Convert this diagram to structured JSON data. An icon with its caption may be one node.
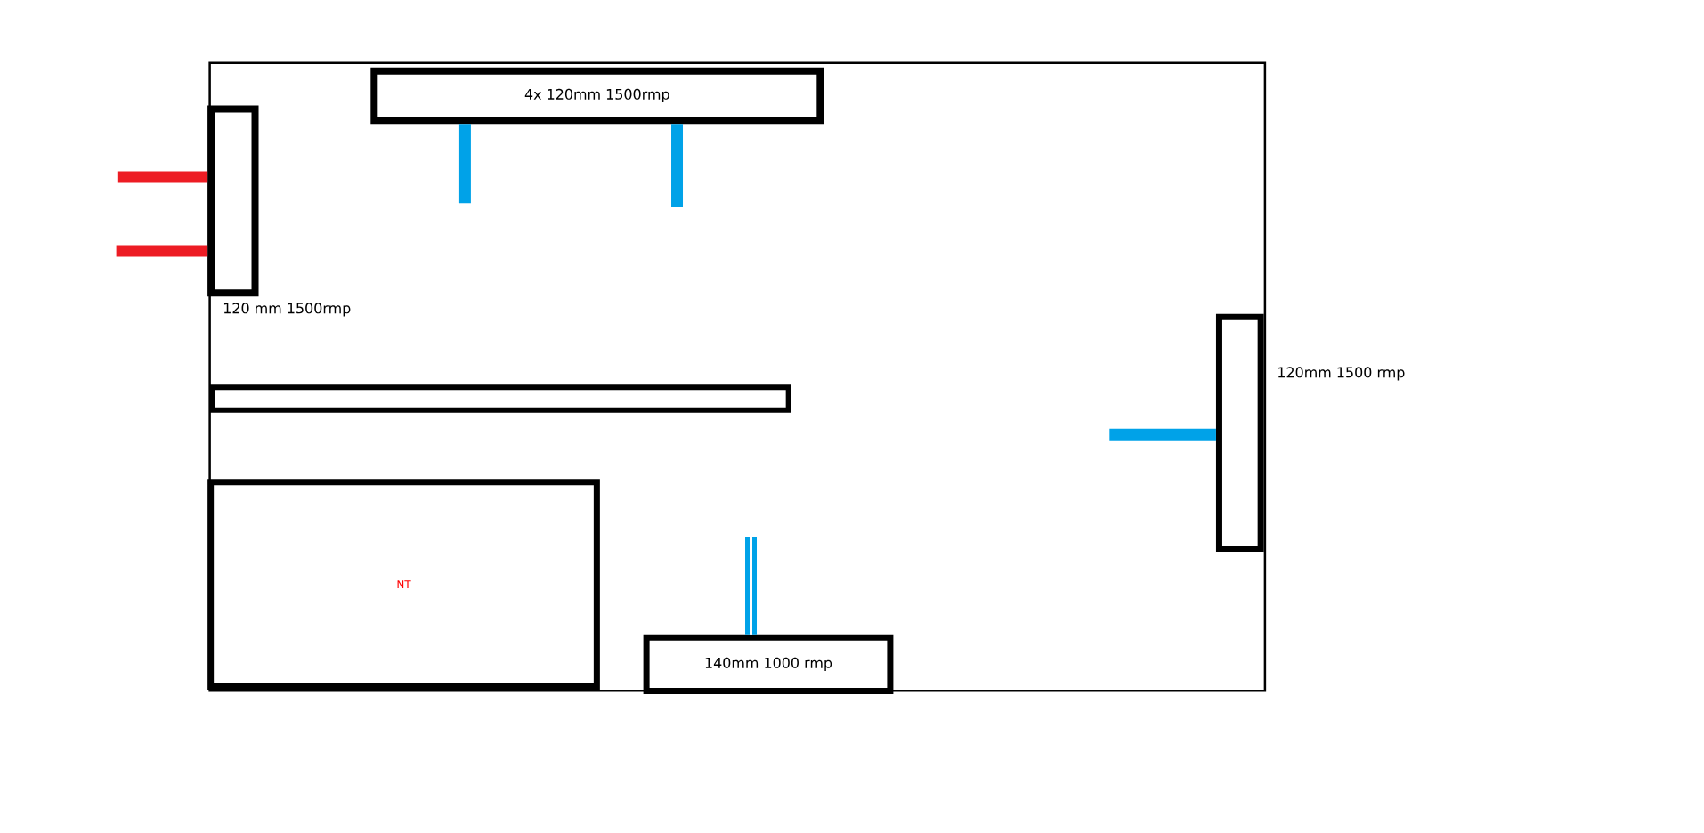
{
  "diagram": {
    "nodes": [
      {
        "text": [
          "4x 120mm 1500rmp"
        ]
      },
      {
        "text": [],
        "shape": "box",
        "beside": [
          "120 mm 1500rmp"
        ]
      },
      {
        "text": [],
        "shape": "box"
      },
      {
        "text": [
          "NT"
        ]
      },
      {
        "text": [
          "140mm 1000 rmp"
        ]
      },
      {
        "text": [],
        "shape": "box",
        "beside": [
          "120mm 1500 rmp"
        ]
      }
    ],
    "edges": [
      {
        "from": null,
        "to": 1,
        "arrow": "none",
        "color": "#ed1c24"
      },
      {
        "from": null,
        "to": 1,
        "arrow": "none",
        "color": "#ed1c24"
      },
      {
        "from": 0,
        "to": null,
        "arrow": "none"
      },
      {
        "from": 0,
        "to": null,
        "arrow": "none"
      },
      {
        "from": 4,
        "to": null,
        "arrow": "none"
      },
      {
        "from": 5,
        "to": null,
        "arrow": "none"
      }
    ]
  }
}
